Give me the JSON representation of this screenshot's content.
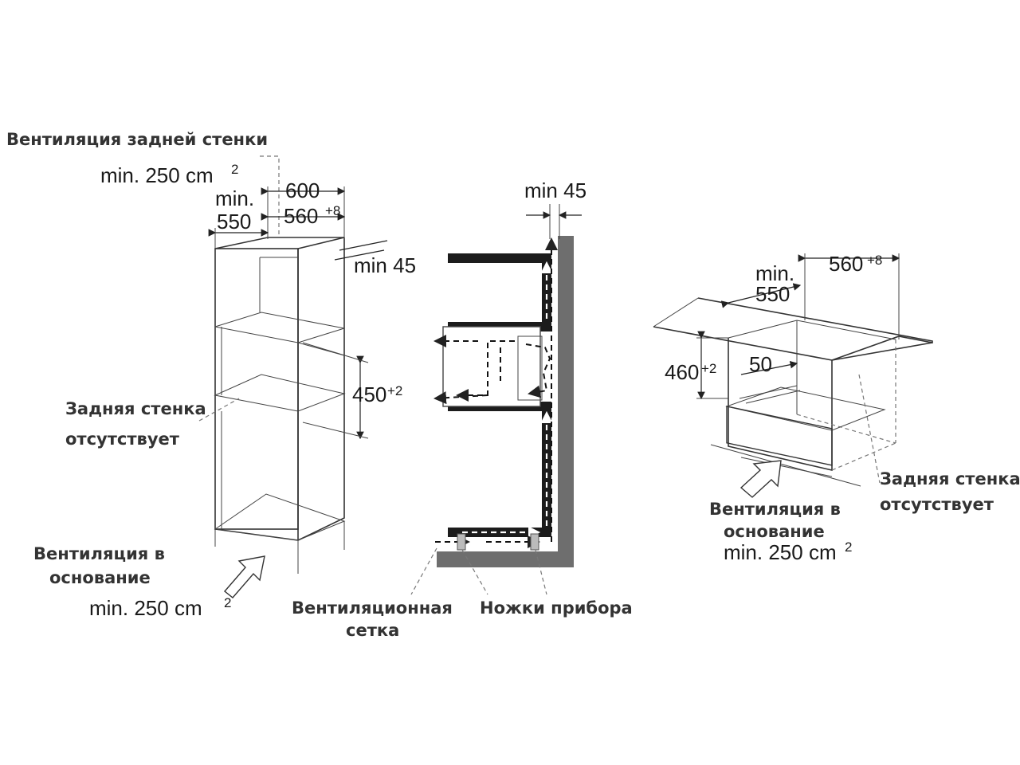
{
  "tall_cabinet": {
    "rear_vent_title": "Вентиляция задней стенки",
    "rear_vent_min": "min. 250 cm",
    "rear_vent_sup": "2",
    "dim_width": "600",
    "dim_depth_min_line1": "min.",
    "dim_depth_min_line2": "550",
    "dim_inner_width": "560",
    "dim_inner_width_sup": "+8",
    "dim_gap": "min 45",
    "dim_niche_height": "450",
    "dim_niche_height_sup": "+2",
    "no_back_line1": "Задняя стенка",
    "no_back_line2": "отсутствует",
    "base_vent_line1": "Вентиляция в",
    "base_vent_line2": "основание",
    "base_vent_min": "min. 250 cm",
    "base_vent_sup": "2"
  },
  "section": {
    "dim_gap": "min 45",
    "grille_line1": "Вентиляционная",
    "grille_line2": "сетка",
    "feet_label": "Ножки прибора"
  },
  "under_counter": {
    "dim_depth_min_line1": "min.",
    "dim_depth_min_line2": "550",
    "dim_inner_width": "560",
    "dim_inner_width_sup": "+8",
    "dim_height": "460",
    "dim_height_sup": "+2",
    "dim_offset": "50",
    "no_back_line1": "Задняя стенка",
    "no_back_line2": "отсутствует",
    "base_vent_line1": "Вентиляция в",
    "base_vent_line2": "основание",
    "base_vent_min": "min. 250 cm",
    "base_vent_sup": "2"
  }
}
